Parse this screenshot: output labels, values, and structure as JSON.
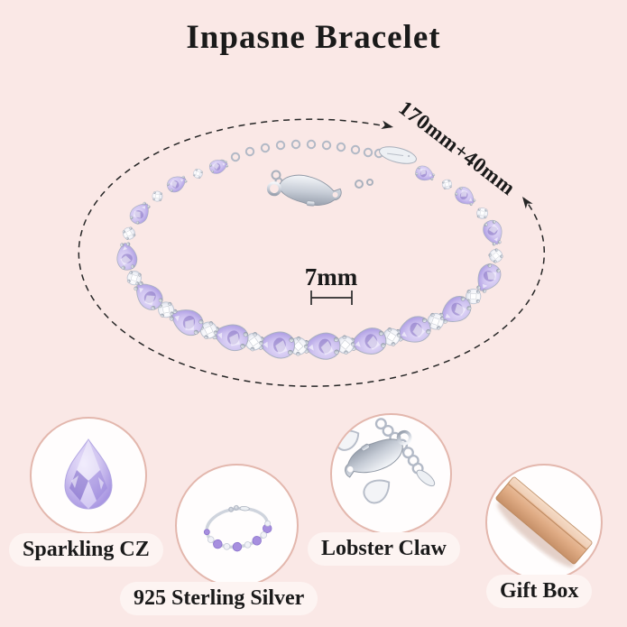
{
  "title": "Inpasne Bracelet",
  "figure": {
    "length_label": "170mm+40mm",
    "stone_width_label": "7mm"
  },
  "features": [
    {
      "label": "Sparkling CZ",
      "icon": "pear-gem-icon"
    },
    {
      "label": "925 Sterling Silver",
      "icon": "mini-bracelet-icon"
    },
    {
      "label": "Lobster Claw",
      "icon": "lobster-claw-icon"
    },
    {
      "label": "Gift Box",
      "icon": "gift-box-icon"
    }
  ],
  "colors": {
    "background": "#fae8e6",
    "ink": "#1a1a1a",
    "stone_lavender": "#9b87dd",
    "stone_lavender_light": "#cfc3f0",
    "cz_white": "#f2f3f8",
    "silver": "#c6ccd6",
    "silver_dark": "#99a1ae",
    "rose_gold": "#e0ac85",
    "circle_border": "#e3b7ad",
    "pill_background": "#fdf4f2"
  }
}
